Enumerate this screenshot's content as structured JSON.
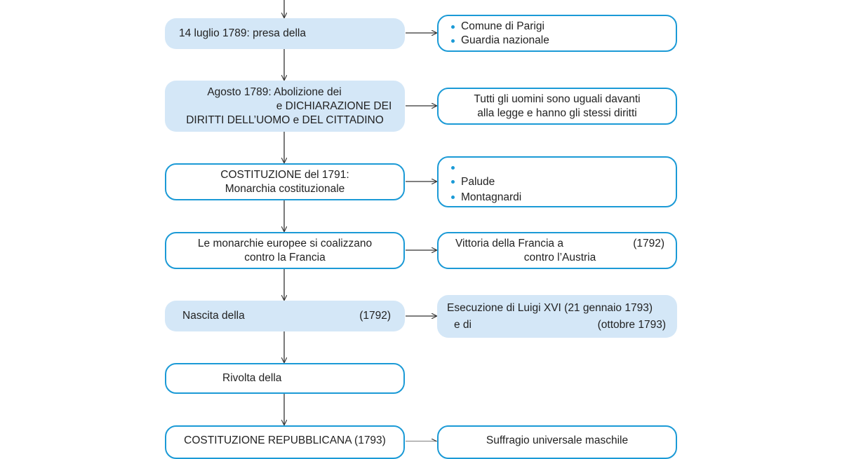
{
  "flow": {
    "step1": {
      "text": "14 luglio 1789: presa della"
    },
    "step2": {
      "line1": "Agosto 1789: Abolizione dei",
      "line2": "e DICHIARAZIONE DEI",
      "line3": "DIRITTI DELL’UOMO e DEL CITTADINO"
    },
    "step3": {
      "line1": "COSTITUZIONE del 1791:",
      "line2": "Monarchia costituzionale"
    },
    "step4": {
      "line1": "Le monarchie europee si coalizzano",
      "line2": "contro la Francia"
    },
    "step5": {
      "text": "Nascita della",
      "year": "(1792)"
    },
    "step6": {
      "text": "Rivolta della"
    },
    "step7": {
      "text": "COSTITUZIONE REPUBBLICANA (1793)"
    }
  },
  "outcomes": {
    "out1": {
      "items": [
        "Comune di Parigi",
        "Guardia nazionale"
      ]
    },
    "out2": {
      "line1": "Tutti gli uomini sono uguali davanti",
      "line2": "alla legge e hanno gli stessi diritti"
    },
    "out3": {
      "items": [
        "",
        "Palude",
        "Montagnardi"
      ]
    },
    "out4": {
      "line1": "Vittoria della Francia a",
      "year": "(1792)",
      "line2": "contro l’Austria"
    },
    "out5": {
      "line1": "Esecuzione di Luigi XVI (21 gennaio 1793)",
      "line2a": "e di",
      "line2b": "(ottobre 1793)"
    },
    "out7": {
      "text": "Suffragio universale maschile"
    }
  },
  "colors": {
    "accent": "#1b9ad6",
    "fill": "#d4e7f7",
    "arrow": "#333333"
  }
}
